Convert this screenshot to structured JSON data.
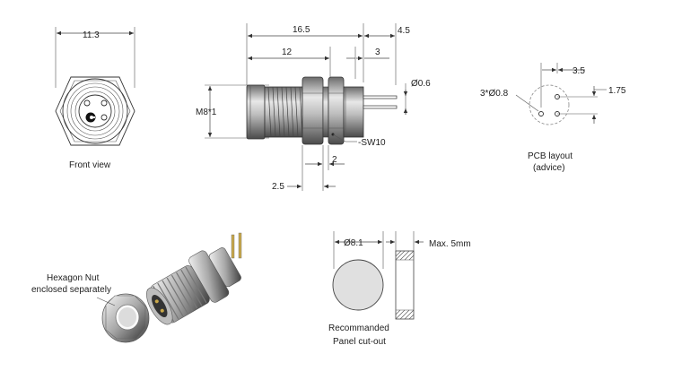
{
  "front_view": {
    "width_dim": "11.3",
    "caption": "Front view"
  },
  "side_view": {
    "thread_label": "M8*1",
    "overall_length": "16.5",
    "pin_length": "4.5",
    "thread_length": "12",
    "pin_offset": "3",
    "pin_diameter": "Ø0.6",
    "wrench_size": "-SW10",
    "nut_thickness": "2",
    "flange_dim": "2.5"
  },
  "pcb_layout": {
    "hole_label": "3*Ø0.8",
    "dim_horizontal": "3.5",
    "dim_vertical": "1.75",
    "caption_line1": "PCB layout",
    "caption_line2": "(advice)"
  },
  "photo": {
    "nut_caption_line1": "Hexagon Nut",
    "nut_caption_line2": "enclosed separately"
  },
  "panel_cutout": {
    "diameter": "Ø8.1",
    "max_thickness": "Max. 5mm",
    "caption_line1": "Recommanded",
    "caption_line2": "Panel cut-out"
  }
}
